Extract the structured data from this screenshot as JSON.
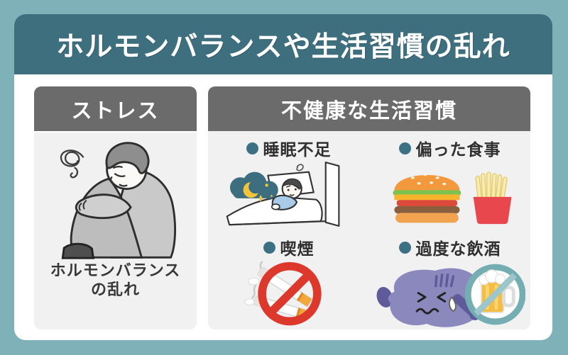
{
  "header": {
    "title": "ホルモンバランスや生活習慣の乱れ"
  },
  "left_panel": {
    "title": "ストレス",
    "caption_line1": "ホルモンバランス",
    "caption_line2": "の乱れ",
    "illustration": "stressed-man-hugging-knees-icon"
  },
  "right_panel": {
    "title": "不健康な生活習慣",
    "items": [
      {
        "label": "睡眠不足",
        "icon": "sleeping-in-bed-icon"
      },
      {
        "label": "偏った食事",
        "icon": "burger-and-fries-icon"
      },
      {
        "label": "喫煙",
        "icon": "no-smoking-icon"
      },
      {
        "label": "過度な飲酒",
        "icon": "sick-liver-no-beer-icon"
      }
    ]
  },
  "colors": {
    "background": "#7FB2B8",
    "banner": "#3E6F7E",
    "panel_header": "#6B6B6B",
    "panel_body": "#F1F1F1",
    "bullet": "#3C7183",
    "prohibition_red": "#DC392C",
    "prohibition_teal": "#74AEB3",
    "liver_purple": "#8B88BD",
    "beer_yellow": "#F4BC41"
  }
}
